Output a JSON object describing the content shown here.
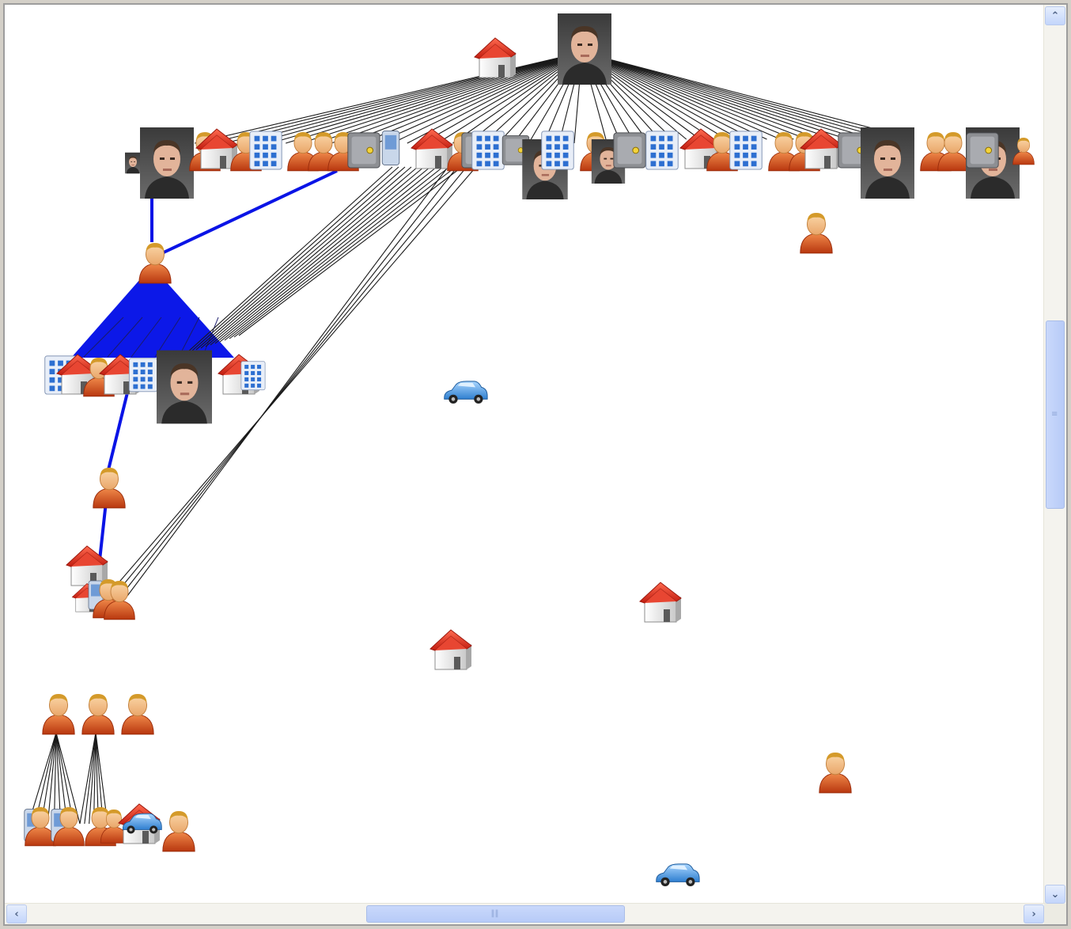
{
  "app": {
    "title": ""
  },
  "graph": {
    "node_types": {
      "person": "person-icon",
      "house": "house-icon",
      "building": "office-building-icon",
      "vehicle": "car-icon",
      "phone": "phone-icon",
      "photo": "mugshot-photo",
      "safe": "safe-icon"
    },
    "colors": {
      "edge": "#1a1a1a",
      "highlight_edge": "#0a14e6",
      "roof": "#e03322",
      "person": "#d9521f",
      "car": "#4f9ee8"
    }
  },
  "scrollbars": {
    "vertical": {
      "position": 0.44,
      "visible_fraction": 0.22
    },
    "horizontal": {
      "position": 0.46,
      "visible_fraction": 0.26
    }
  }
}
